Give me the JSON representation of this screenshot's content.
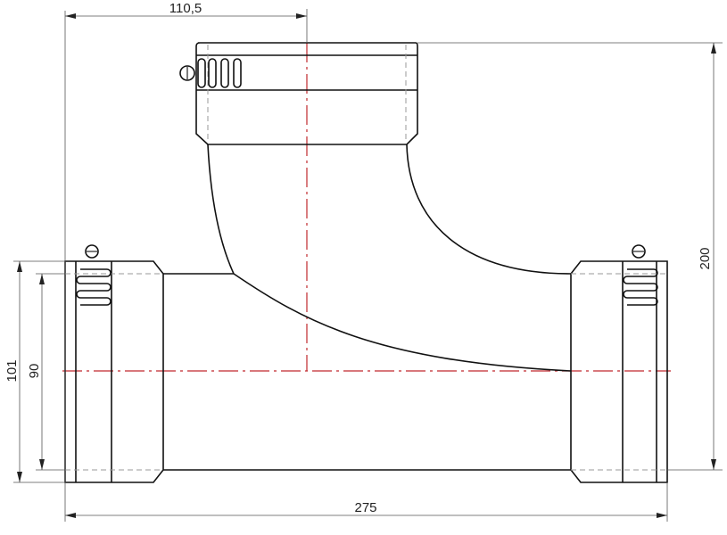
{
  "dimensions": {
    "branch_offset": "110,5",
    "total_height": "200",
    "outer_diameter": "101",
    "inner_diameter": "90",
    "total_length": "275"
  },
  "colors": {
    "outline": "#111111",
    "centerline": "#c0282d",
    "dimension": "#555555"
  }
}
